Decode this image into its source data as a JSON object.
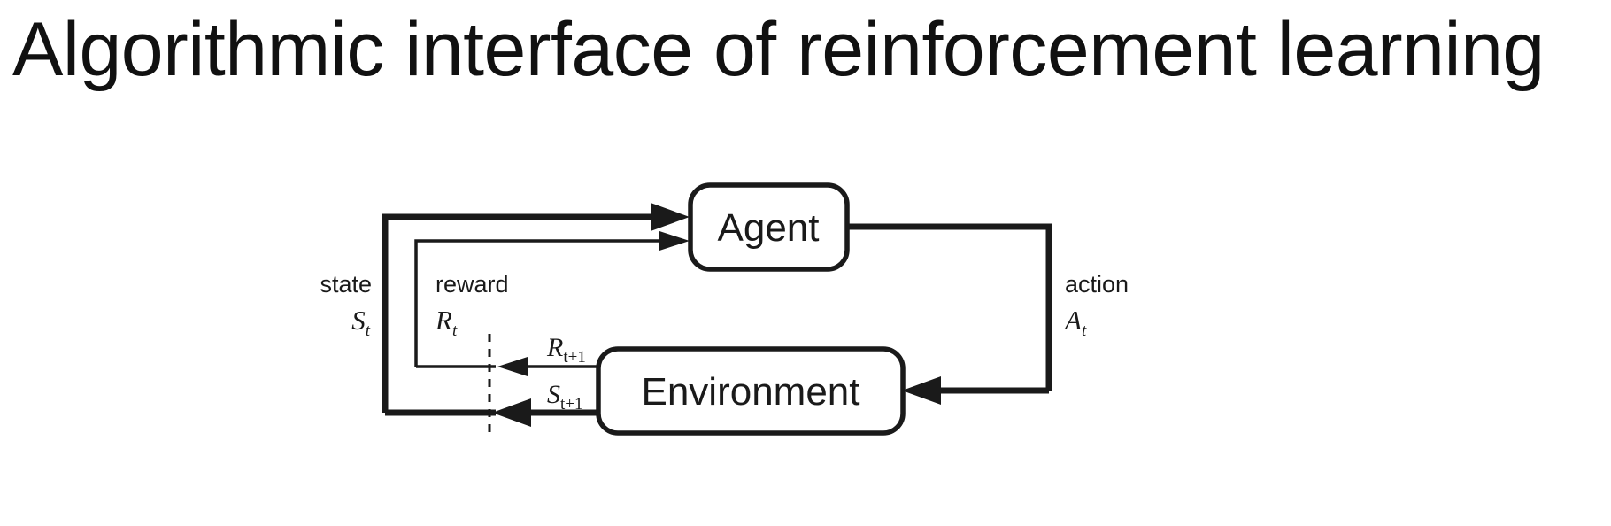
{
  "slide": {
    "title": "Algorithmic interface of reinforcement learning",
    "background_color": "#ffffff",
    "ink_color": "#1a1a1a"
  },
  "diagram": {
    "name": "reinforcement-learning-agent-environment-loop",
    "type": "block-diagram",
    "nodes": [
      {
        "id": "agent",
        "label": "Agent",
        "shape": "rounded-rectangle"
      },
      {
        "id": "environment",
        "label": "Environment",
        "shape": "rounded-rectangle"
      }
    ],
    "edges": [
      {
        "id": "state-edge",
        "from": "environment",
        "to": "agent",
        "weight": "thick",
        "name": "state",
        "symbol": "S",
        "subscript": "t"
      },
      {
        "id": "reward-edge",
        "from": "environment",
        "to": "agent",
        "weight": "thin",
        "name": "reward",
        "symbol": "R",
        "subscript": "t"
      },
      {
        "id": "action-edge",
        "from": "agent",
        "to": "environment",
        "weight": "thick",
        "name": "action",
        "symbol": "A",
        "subscript": "t"
      }
    ],
    "time_step_labels": [
      {
        "id": "reward-next",
        "symbol": "R",
        "subscript": "t+1",
        "weight": "thin"
      },
      {
        "id": "state-next",
        "symbol": "S",
        "subscript": "t+1",
        "weight": "thick"
      }
    ],
    "time_boundary": {
      "id": "time-step-divider",
      "style": "dashed-vertical-line"
    }
  }
}
